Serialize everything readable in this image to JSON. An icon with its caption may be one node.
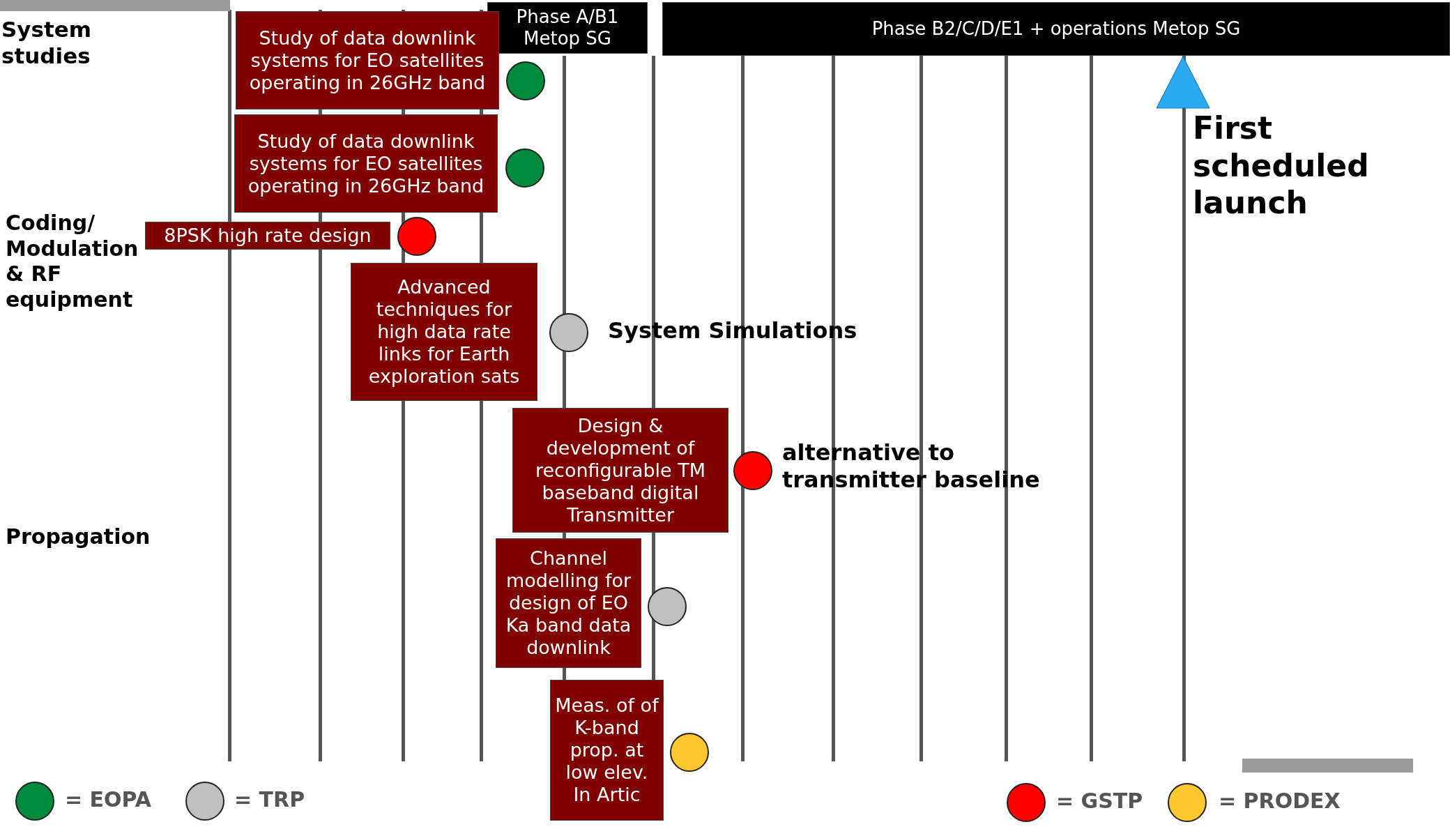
{
  "diagram": {
    "nodes": [
      {
        "text": [
          "Phase A/B1 Metop SG"
        ]
      },
      {
        "text": [
          "Phase B2/C/D/E1 + operations Metop SG"
        ]
      },
      {
        "text": [
          "Study of data downlink systems for EO satellites operating in 26GHz band"
        ]
      },
      {
        "text": [],
        "shape": "circle"
      },
      {
        "text": [],
        "shape": "triangle"
      },
      {
        "text": [
          "Study of data downlink systems for EO satellites operating in 26GHz band"
        ]
      },
      {
        "text": [],
        "shape": "circle"
      },
      {
        "text": [
          "8PSK high rate design"
        ]
      },
      {
        "text": [],
        "shape": "circle"
      },
      {
        "text": [
          "Advanced techniques for high data rate links for Earth exploration sats"
        ]
      },
      {
        "text": [],
        "shape": "circle"
      },
      {
        "text": [
          "Design & development of reconfigurable TM baseband digital Transmitter"
        ]
      },
      {
        "text": [],
        "shape": "circle"
      },
      {
        "text": [
          "Channel modelling for design of EO Ka band data downlink"
        ]
      },
      {
        "text": [],
        "shape": "circle"
      },
      {
        "text": [
          "Meas. of of K-band prop. at low elev. In Artic"
        ]
      },
      {
        "text": [],
        "shape": "circle"
      },
      {
        "text": [],
        "shape": "bar"
      },
      {
        "text": [],
        "shape": "bar"
      }
    ],
    "edges": [],
    "labels": [
      "System studies",
      "First scheduled launch",
      "Coding/ Modulation & RF equipment",
      "System Simulations",
      "alternative to transmitter baseline",
      "Propagation"
    ],
    "legend": [
      {
        "text": "= EOPA",
        "color": "#008a3e"
      },
      {
        "text": "= TRP",
        "color": "#c0c0c0"
      },
      {
        "text": "= GSTP",
        "color": "#ff0000"
      },
      {
        "text": "= PRODEX",
        "color": "#ffc82e"
      }
    ]
  }
}
